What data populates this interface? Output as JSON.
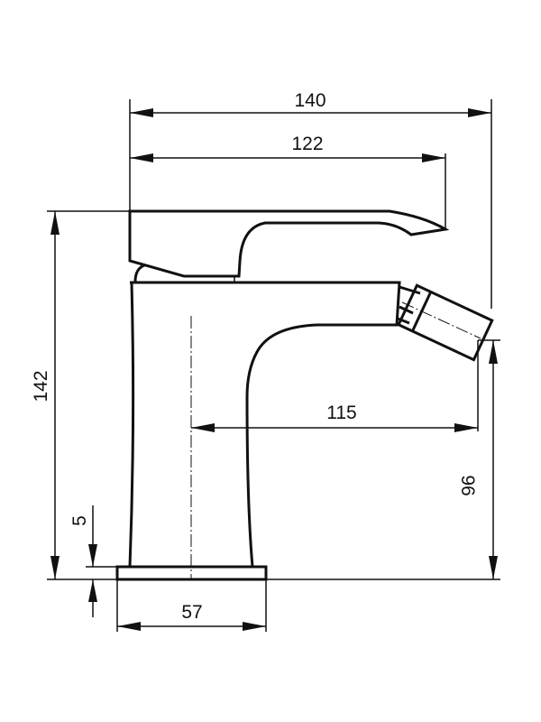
{
  "drawing": {
    "subject": "bidet mixer faucet side elevation",
    "line_color": "#111111",
    "background": "#ffffff"
  },
  "dimensions": {
    "overall_width": "140",
    "lever_reach": "122",
    "overall_height": "142",
    "spout_reach": "115",
    "nozzle_height": "96",
    "base_thickness": "5",
    "base_width": "57"
  }
}
